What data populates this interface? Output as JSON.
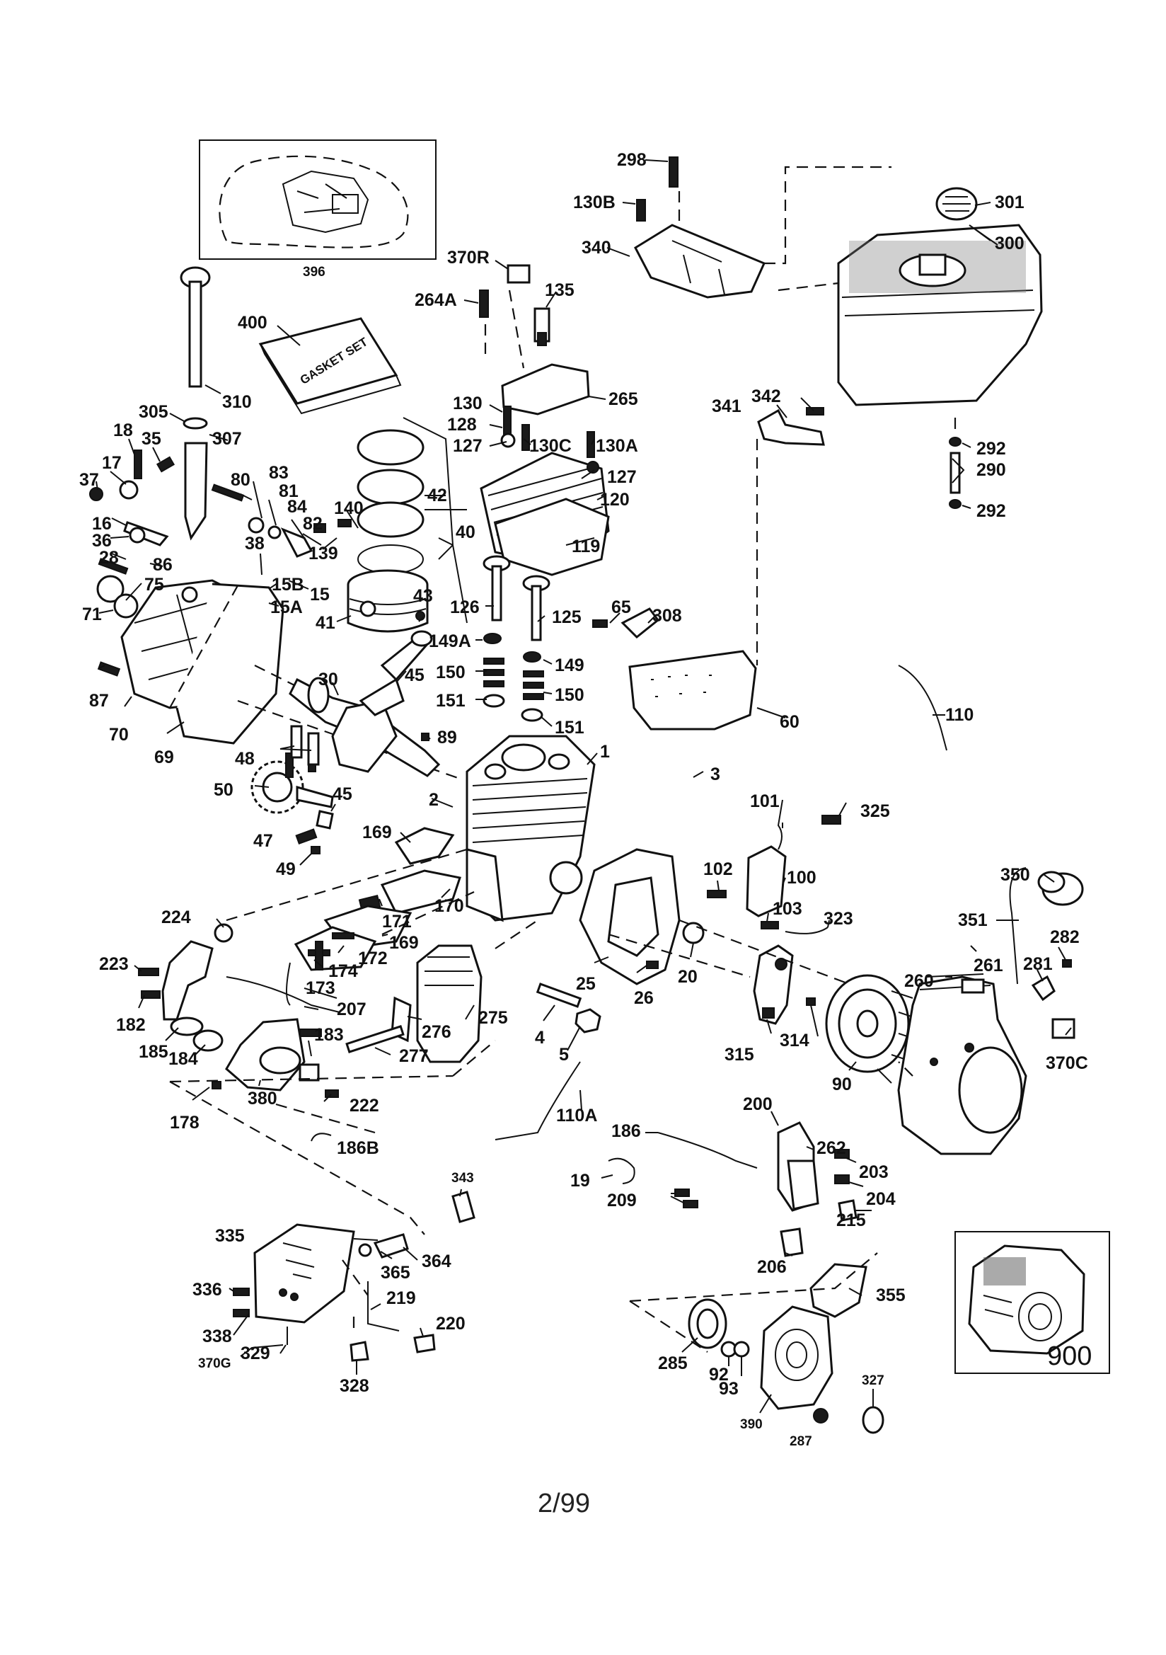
{
  "diagram": {
    "page_number": "2/99",
    "gasket_set_text": "GASKET SET",
    "part_labels": [
      "298",
      "130B",
      "340",
      "301",
      "300",
      "370R",
      "135",
      "264A",
      "265",
      "400",
      "396",
      "310",
      "305",
      "307",
      "18",
      "35",
      "17",
      "37",
      "16",
      "36",
      "28",
      "86",
      "75",
      "71",
      "87",
      "70",
      "69",
      "130",
      "128",
      "127",
      "130C",
      "130A",
      "127",
      "120",
      "119",
      "42",
      "40",
      "41",
      "43",
      "140",
      "139",
      "80",
      "83",
      "81",
      "84",
      "82",
      "38",
      "15B",
      "15",
      "15A",
      "126",
      "125",
      "149A",
      "150",
      "151",
      "149",
      "150",
      "151",
      "65",
      "308",
      "60",
      "341",
      "342",
      "292",
      "290",
      "292",
      "110",
      "30",
      "45",
      "89",
      "48",
      "50",
      "45",
      "47",
      "49",
      "1",
      "3",
      "2",
      "169",
      "170",
      "171",
      "169",
      "172",
      "174",
      "173",
      "207",
      "224",
      "223",
      "182",
      "185",
      "184",
      "380",
      "183",
      "222",
      "178",
      "186B",
      "277",
      "276",
      "275",
      "4",
      "5",
      "25",
      "26",
      "20",
      "101",
      "102",
      "100",
      "103",
      "323",
      "325",
      "350",
      "351",
      "282",
      "261",
      "281",
      "260",
      "370C",
      "315",
      "314",
      "90",
      "110A",
      "186",
      "200",
      "262",
      "203",
      "204",
      "215",
      "19",
      "209",
      "206",
      "343",
      "335",
      "365",
      "364",
      "336",
      "219",
      "220",
      "338",
      "370G",
      "329",
      "328",
      "355",
      "285",
      "92",
      "93",
      "390",
      "287",
      "327",
      "900"
    ]
  }
}
